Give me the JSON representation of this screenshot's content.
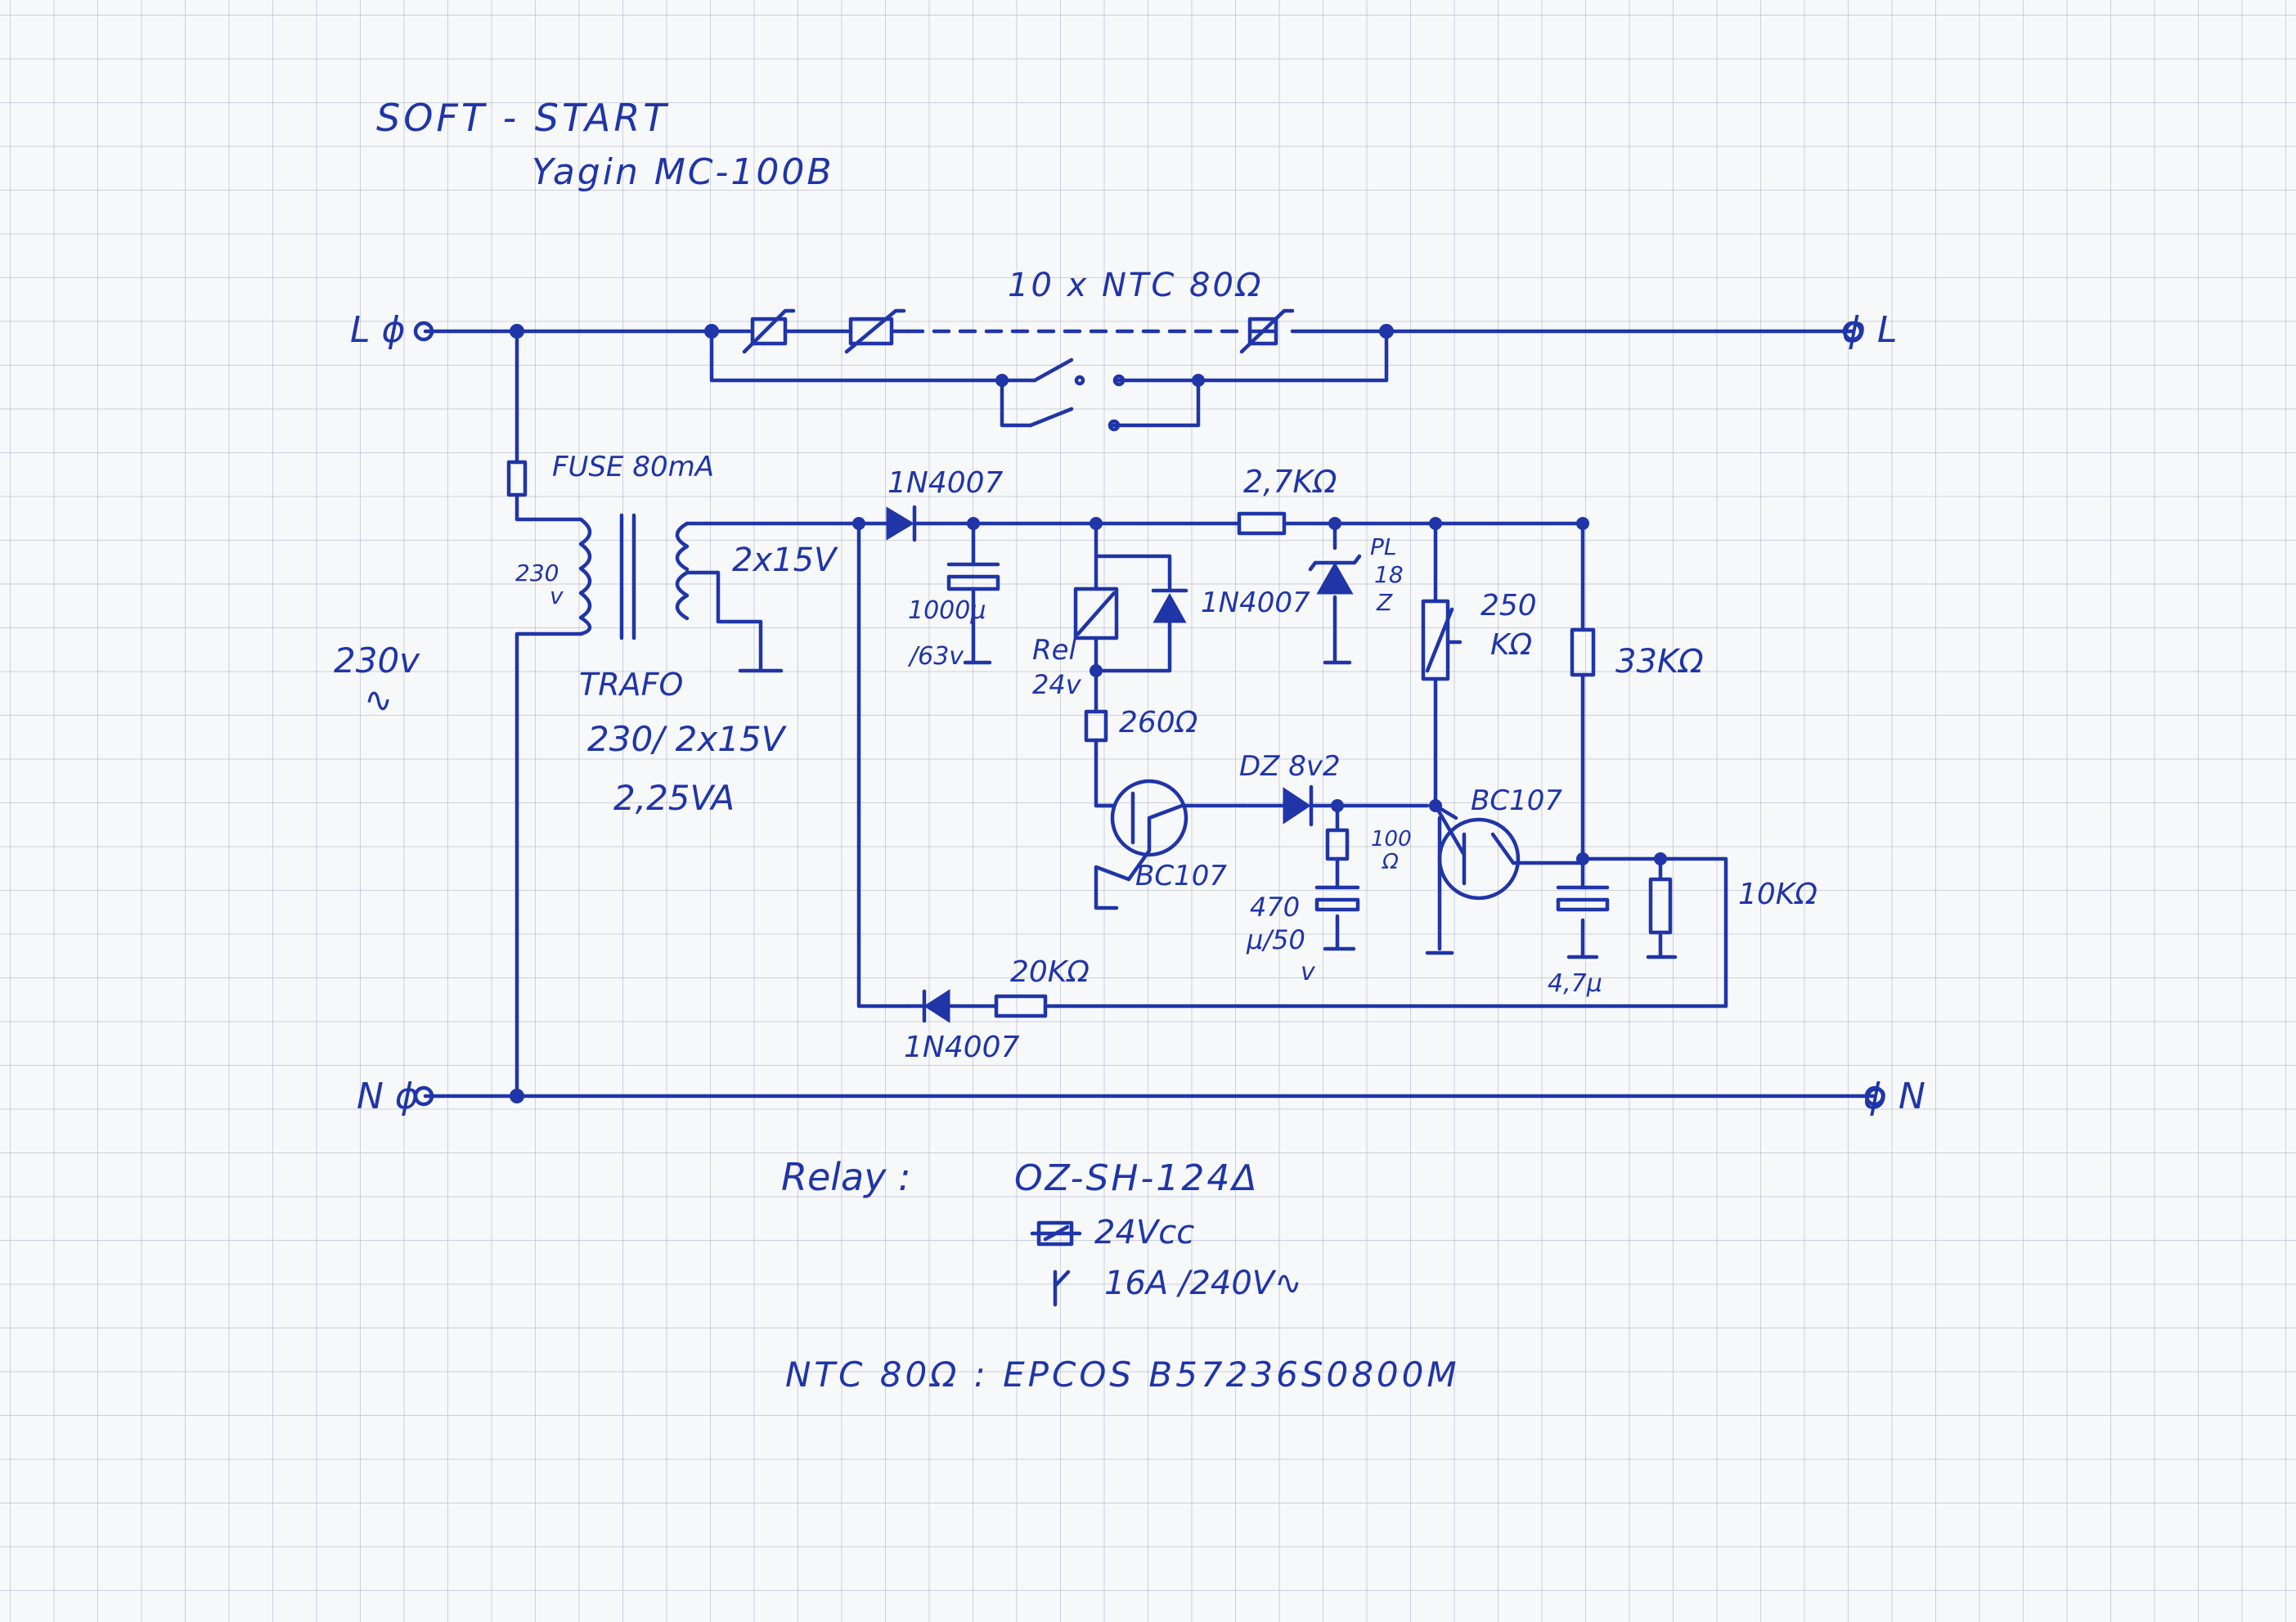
{
  "title": "SOFT - START",
  "subtitle": "Yagin MC-100B",
  "terminals": {
    "l_in": "L ϕ",
    "l_out": "ϕ L",
    "n_in": "N ϕ",
    "n_out": "ϕ N"
  },
  "mains_label": "230v",
  "mains_ac_symbol": "∿",
  "ntc_array": "10 x NTC 80Ω",
  "fuse": "FUSE 80mA",
  "transformer": {
    "primary": "230",
    "primary_unit": "v",
    "secondary": "2x15V",
    "name": "TRAFO",
    "rating": "230/ 2x15V",
    "power": "2,25VA"
  },
  "components": {
    "d1": "1N4007",
    "c1_value": "1000μ",
    "c1_voltage": "/63v",
    "relay_name": "Rel",
    "relay_voltage": "24v",
    "d2": "1N4007",
    "r1": "2,7KΩ",
    "zener_name": "PL",
    "zener_value": "18",
    "zener_suffix": "Z",
    "pot": "250",
    "pot_unit": "KΩ",
    "r2": "33KΩ",
    "r3": "260Ω",
    "q1": "BC107",
    "dz": "DZ 8v2",
    "r4": "100",
    "r4_unit": "Ω",
    "c2": "470",
    "c2_voltage": "μ/50",
    "c2_unit": "v",
    "q2": "BC107",
    "c3": "4,7μ",
    "r5": "10KΩ",
    "r6": "20KΩ",
    "d3": "1N4007"
  },
  "notes": {
    "relay_label": "Relay :",
    "relay_part": "OZ-SH-124Δ",
    "relay_coil": "24Vcc",
    "relay_contacts": "16A /240V∿",
    "ntc_note": "NTC 80Ω : EPCOS B57236S0800M"
  }
}
